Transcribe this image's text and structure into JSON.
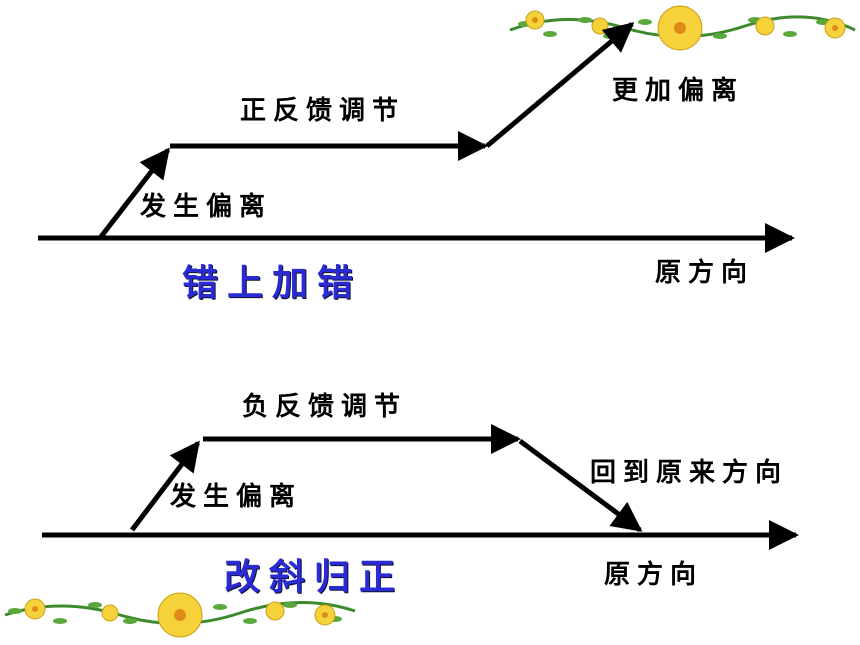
{
  "top_diagram": {
    "deviation": "发生偏离",
    "feedback": "正反馈调节",
    "result": "更加偏离",
    "baseline": "原方向",
    "summary": "错上加错"
  },
  "bottom_diagram": {
    "deviation": "发生偏离",
    "feedback": "负反馈调节",
    "result": "回到原来方向",
    "baseline": "原方向",
    "summary": "改斜归正"
  },
  "colors": {
    "arrow": "#000000",
    "summary_text": "#2b2bd6",
    "flower": "#f6d23a",
    "leaf": "#3d8a2e"
  }
}
